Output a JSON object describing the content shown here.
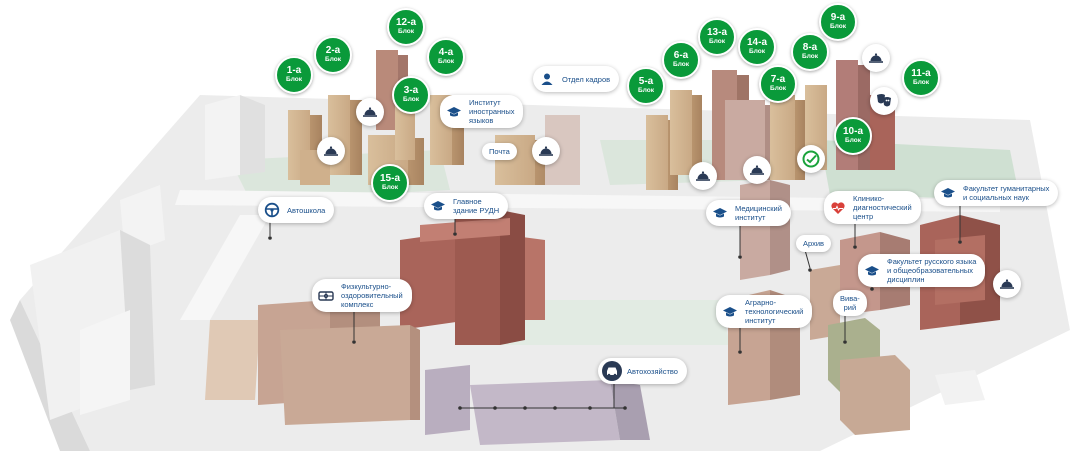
{
  "colors": {
    "pin_green": "#0a9a3a",
    "label_text": "#1a4f8a",
    "icon_blue": "#1a4f8a",
    "icon_dark": "#2a3a55",
    "ground": "#ececec",
    "lawn": "#d8e6da",
    "building_tan": "#c9a985",
    "building_brown": "#a9645a",
    "building_pink": "#c9aaa1",
    "building_white": "#f2f2f2",
    "building_lilac": "#b9aebf",
    "building_olive": "#aab08e"
  },
  "blocks": [
    {
      "id": "1a",
      "number": "1-а",
      "unit": "Блок"
    },
    {
      "id": "2a",
      "number": "2-а",
      "unit": "Блок"
    },
    {
      "id": "3a",
      "number": "3-а",
      "unit": "Блок"
    },
    {
      "id": "4a",
      "number": "4-а",
      "unit": "Блок"
    },
    {
      "id": "5a",
      "number": "5-а",
      "unit": "Блок"
    },
    {
      "id": "6a",
      "number": "6-а",
      "unit": "Блок"
    },
    {
      "id": "7a",
      "number": "7-а",
      "unit": "Блок"
    },
    {
      "id": "8a",
      "number": "8-а",
      "unit": "Блок"
    },
    {
      "id": "9a",
      "number": "9-а",
      "unit": "Блок"
    },
    {
      "id": "10a",
      "number": "10-а",
      "unit": "Блок"
    },
    {
      "id": "11a",
      "number": "11-а",
      "unit": "Блок"
    },
    {
      "id": "12a",
      "number": "12-а",
      "unit": "Блок"
    },
    {
      "id": "13a",
      "number": "13-а",
      "unit": "Блок"
    },
    {
      "id": "14a",
      "number": "14-а",
      "unit": "Блок"
    },
    {
      "id": "15a",
      "number": "15-а",
      "unit": "Блок"
    }
  ],
  "labels": {
    "foreign_languages": {
      "text": "Институт\nиностранных\nязыков",
      "icon": "graduation-cap-icon"
    },
    "hr_department": {
      "text": "Отдел кадров",
      "icon": "user-icon"
    },
    "post": {
      "text": "Почта"
    },
    "driving_school": {
      "text": "Автошкола",
      "icon": "steering-wheel-icon"
    },
    "main_building": {
      "text": "Главное\nздание РУДН",
      "icon": "graduation-cap-icon"
    },
    "medical_institute": {
      "text": "Медицинский\nинститут",
      "icon": "graduation-cap-icon"
    },
    "diagnostic_center": {
      "text": "Клинико-\nдиагностический\nцентр",
      "icon": "heart-pulse-icon"
    },
    "humanities_faculty": {
      "text": "Факультет гуманитарных\nи социальных наук",
      "icon": "graduation-cap-icon"
    },
    "archive": {
      "text": "Архив"
    },
    "russian_faculty": {
      "text": "Факультет русского языка\nи общеобразовательных\nдисциплин",
      "icon": "graduation-cap-icon"
    },
    "sports_complex": {
      "text": "Физкультурно-\nоздоровительный\nкомплекс",
      "icon": "sports-complex-icon"
    },
    "agrarian_institute": {
      "text": "Аграрно-\nтехнологический\nинститут",
      "icon": "graduation-cap-icon"
    },
    "vivarium": {
      "text": "Вива-\nрий"
    },
    "motor_depot": {
      "text": "Автохозяйство",
      "icon": "car-icon"
    }
  },
  "dining_markers": [
    "canteen-icon"
  ],
  "bank_marker": "sberbank-icon",
  "theatre_marker": "theatre-masks-icon"
}
